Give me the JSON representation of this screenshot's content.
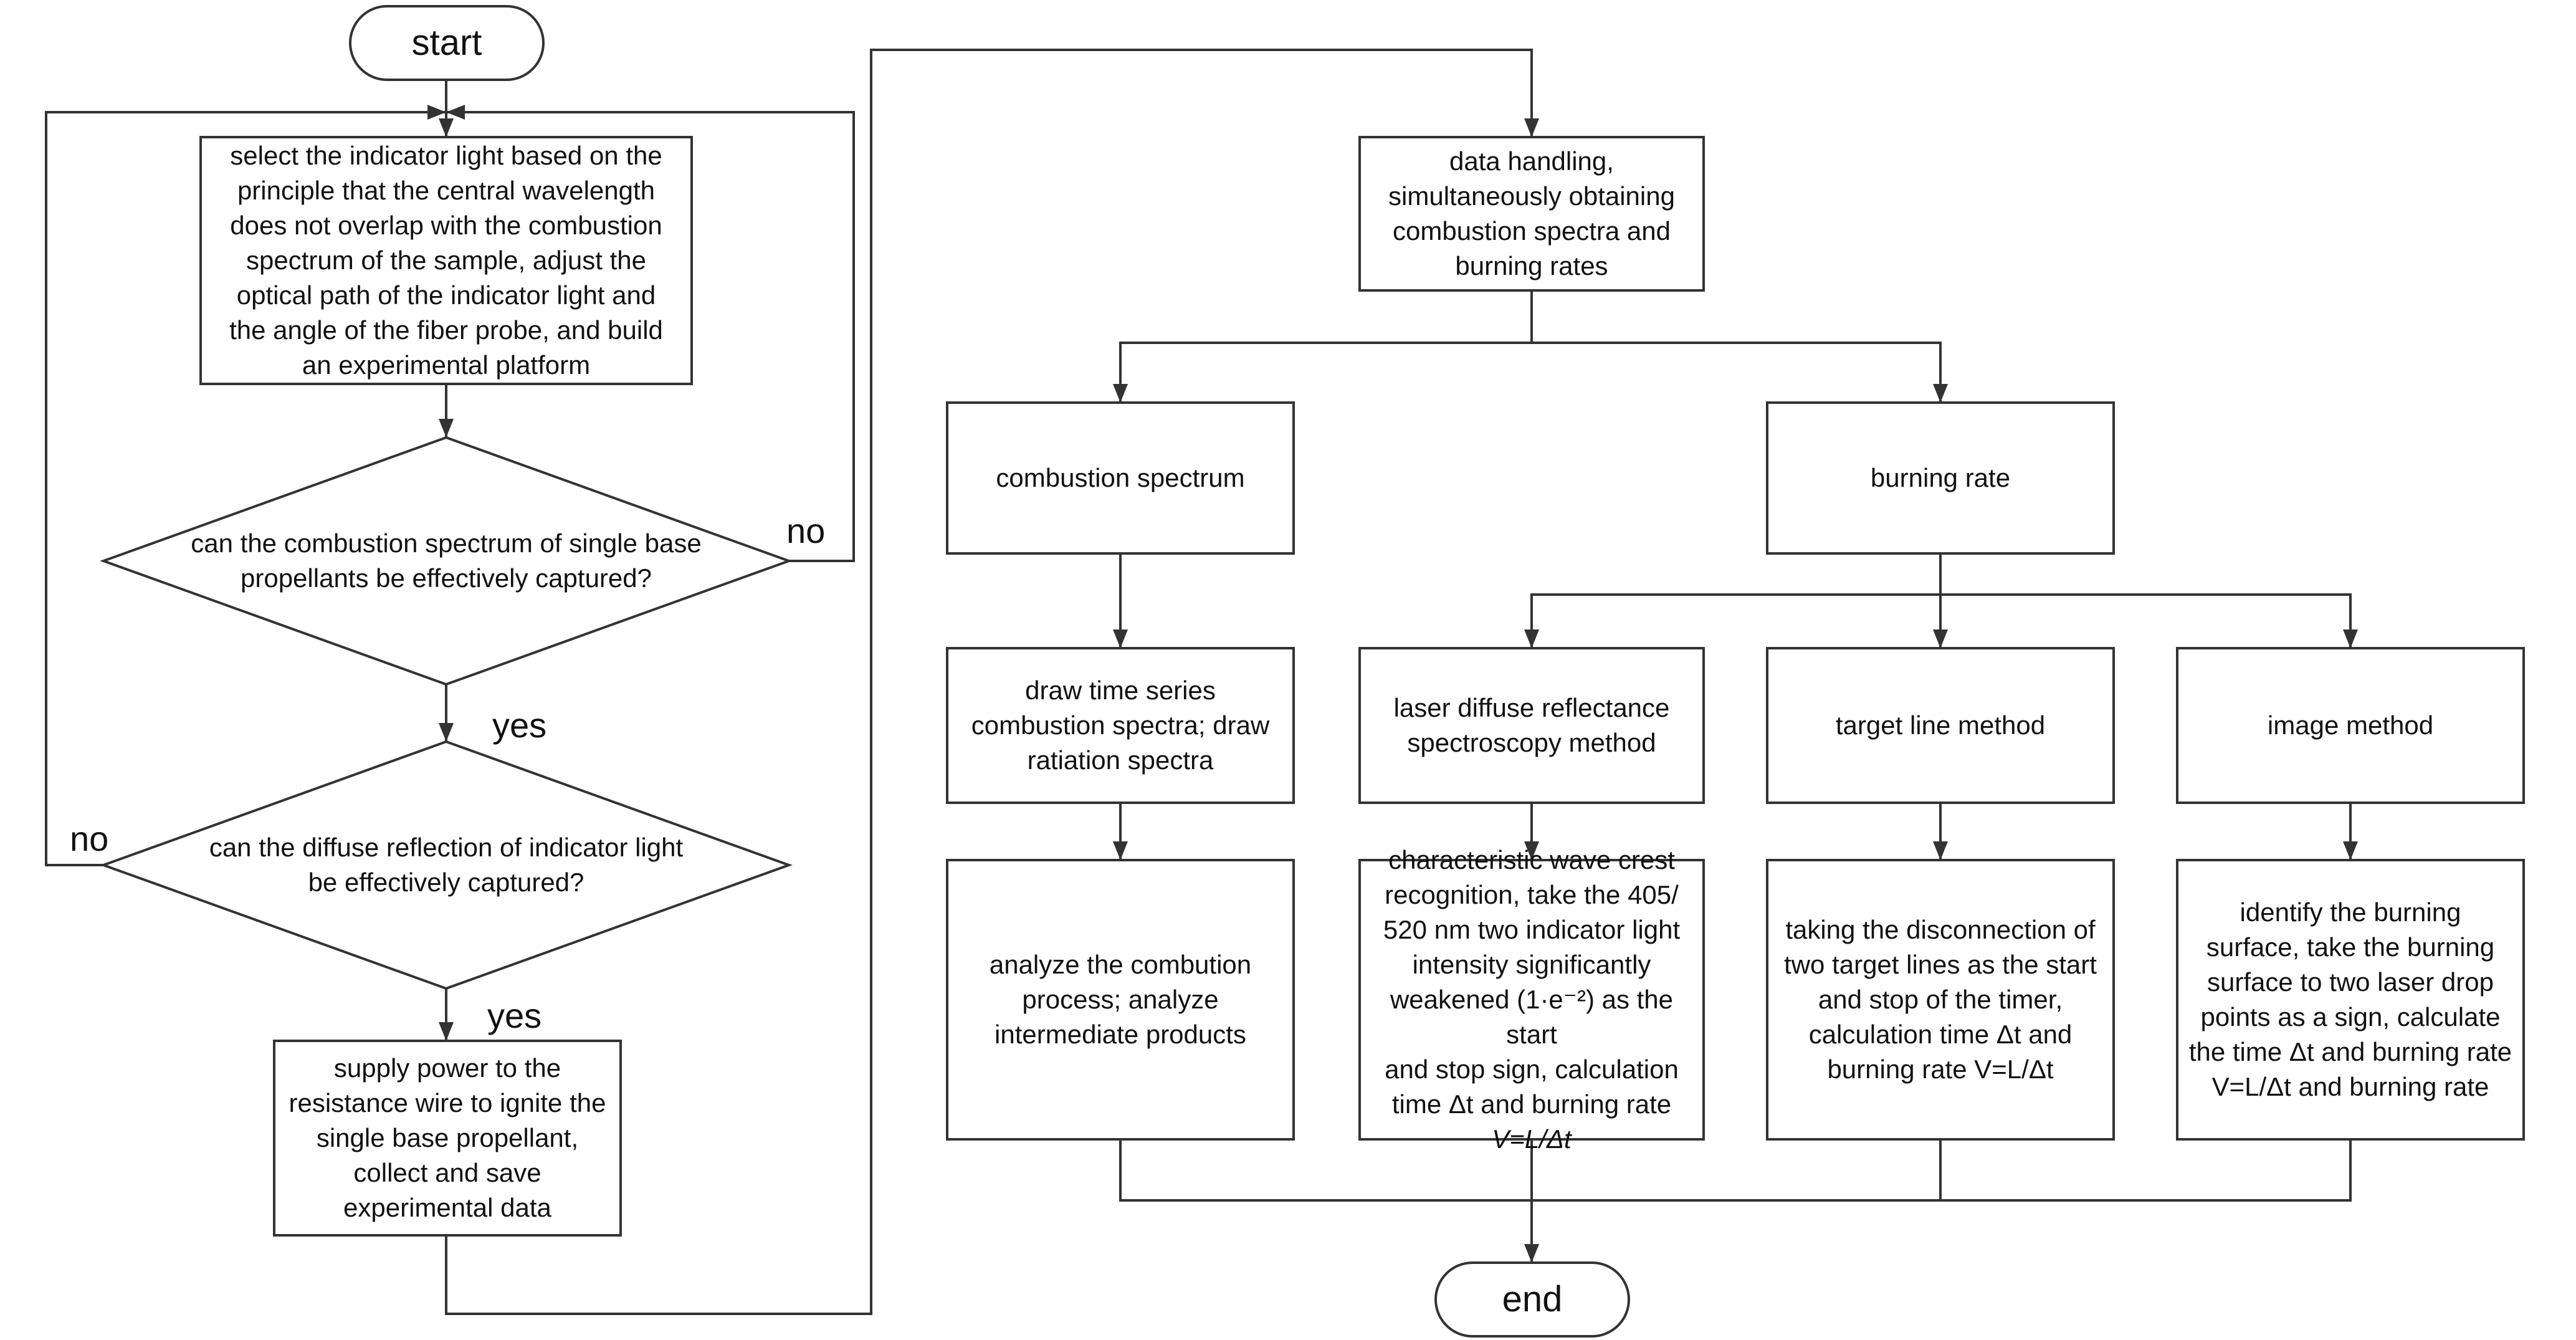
{
  "flowchart": {
    "start": "start",
    "end": "end",
    "step_select": "select the indicator light based on the\nprinciple that the central wavelength\ndoes not overlap with the combustion\nspectrum of the sample, adjust the\noptical path of the indicator light and\nthe angle of the fiber probe, and build\nan experimental platform",
    "decision_spectrum": "can the combustion spectrum of single base\npropellants be effectively captured?",
    "decision_reflection": "can the diffuse reflection of indicator light\nbe effectively captured?",
    "step_ignite": "supply power to the\nresistance wire to ignite the\nsingle base propellant,\ncollect and save\nexperimental data",
    "step_data": "data handling,\nsimultaneously obtaining\ncombustion spectra and\nburning rates",
    "combustion_spectrum": "combustion spectrum",
    "burning_rate": "burning rate",
    "draw_spectra": "draw time series\ncombustion spectra; draw\nratiation spectra",
    "analyze": "analyze the combution\nprocess; analyze\nintermediate products",
    "laser_method": "laser diffuse reflectance\nspectroscopy method",
    "target_method": "target line method",
    "image_method": "image method",
    "laser_detail_lines": [
      "characteristic wave crest",
      "recognition, take the 405/",
      "520 nm two indicator light",
      "intensity significantly",
      "weakened (1·e⁻²) as the start",
      "and stop sign, calculation",
      "time Δt and burning rate",
      "V=L/Δt"
    ],
    "target_detail_lines": [
      "taking the disconnection of",
      "two target lines as the start",
      "and stop of the timer,",
      "calculation time Δt and",
      "burning rate V=L/Δt"
    ],
    "image_detail_lines": [
      "identify the burning",
      "surface, take the burning",
      "surface to two laser drop",
      "points as a sign, calculate",
      "the time Δt and burning rate",
      "V=L/Δt and burning rate"
    ],
    "no_label_1": "no",
    "no_label_2": "no",
    "yes_label_1": "yes",
    "yes_label_2": "yes"
  },
  "colors": {
    "stroke": "#333333",
    "text": "#111111",
    "background": "#ffffff"
  }
}
